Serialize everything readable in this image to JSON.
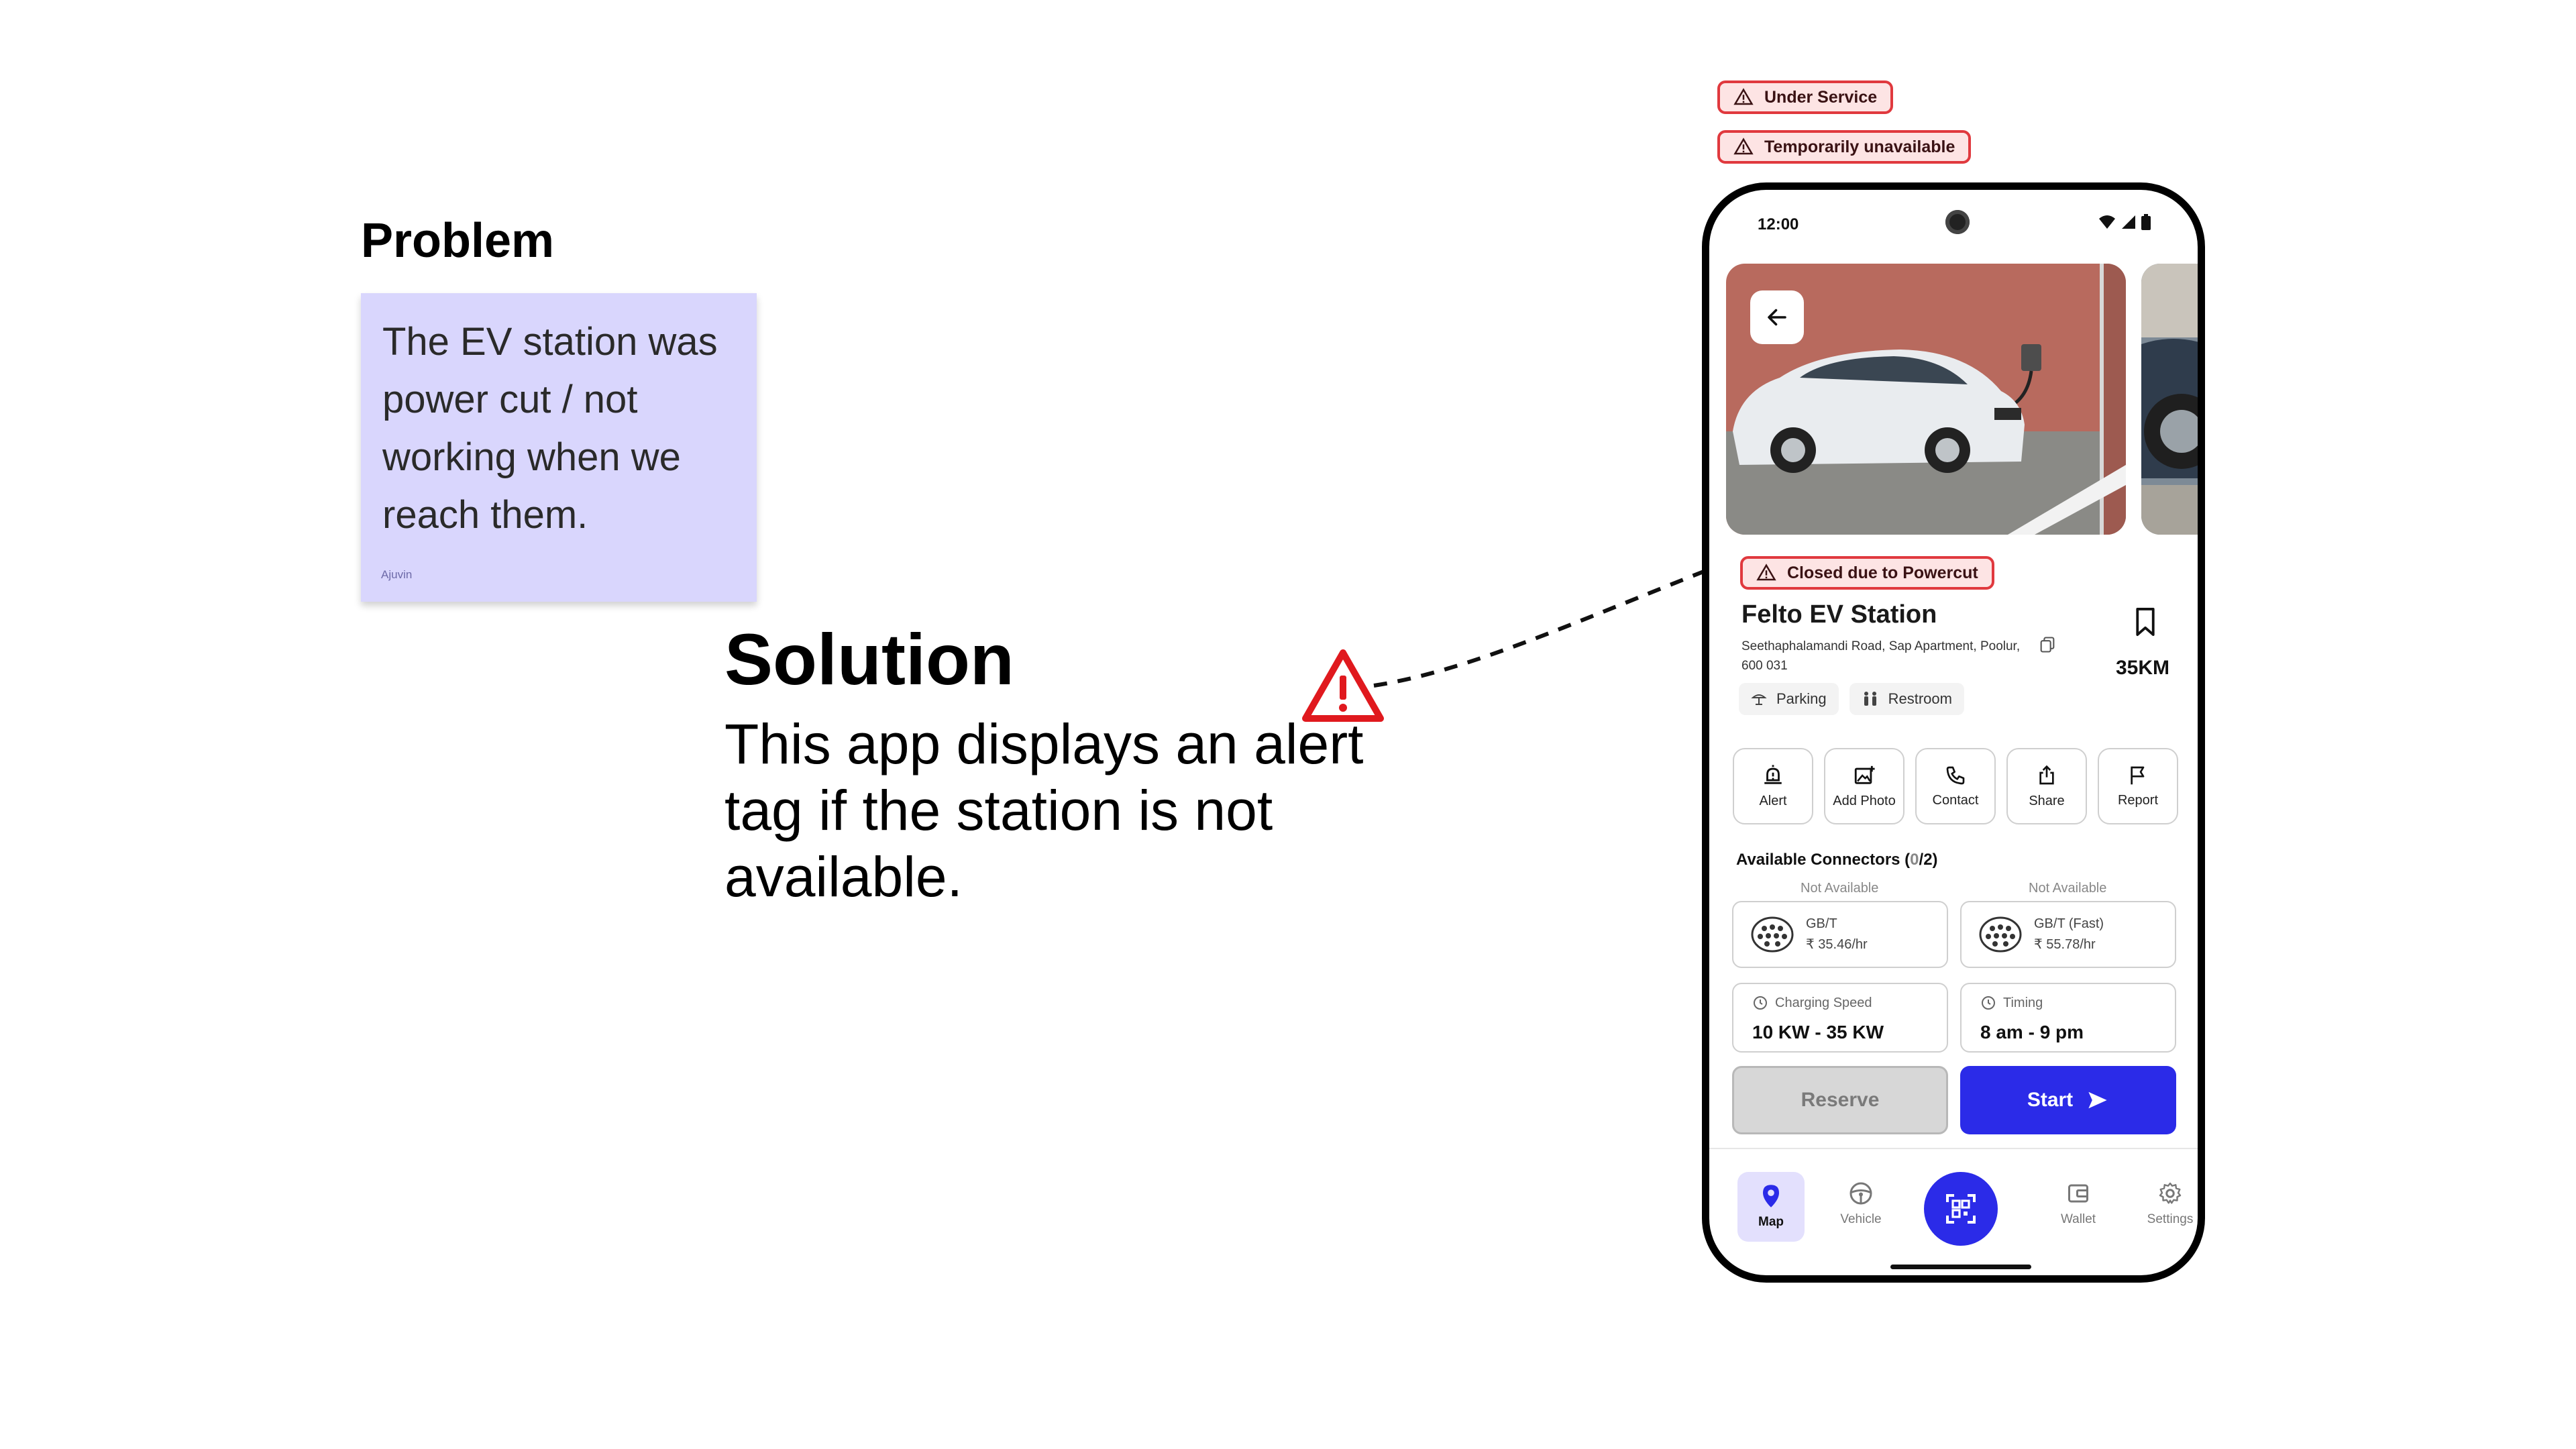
{
  "problem": {
    "heading": "Problem",
    "note_text": "The EV station was power cut / not working when we reach them.",
    "note_author": "Ajuvin",
    "note_color": "#d9d6fd"
  },
  "solution": {
    "heading": "Solution",
    "text": "This app displays an alert tag if the station is not available."
  },
  "tags": {
    "under_service": "Under Service",
    "temporarily_unavailable": "Temporarily unavailable",
    "closed": "Closed due to Powercut",
    "alert_color": "#e0393e"
  },
  "status_bar": {
    "time": "12:00"
  },
  "station": {
    "name": "Felto EV Station",
    "address": "Seethaphalamandi Road, Sap Apartment, Poolur, 600 031",
    "distance": "35KM",
    "amenities": [
      {
        "label": "Parking",
        "icon": "parking-icon"
      },
      {
        "label": "Restroom",
        "icon": "restroom-icon"
      }
    ]
  },
  "actions": [
    {
      "label": "Alert",
      "icon": "alert-bell-icon"
    },
    {
      "label": "Add Photo",
      "icon": "add-photo-icon"
    },
    {
      "label": "Contact",
      "icon": "phone-icon"
    },
    {
      "label": "Share",
      "icon": "share-icon"
    },
    {
      "label": "Report",
      "icon": "flag-icon"
    }
  ],
  "connectors": {
    "title": "Available Connectors (",
    "count_available": "0",
    "count_total": "/2)",
    "items": [
      {
        "status": "Not Available",
        "name": "GB/T",
        "price": "₹ 35.46/hr"
      },
      {
        "status": "Not Available",
        "name": "GB/T (Fast)",
        "price": "₹ 55.78/hr"
      }
    ]
  },
  "info": {
    "speed_label": "Charging Speed",
    "speed_value": "10 KW - 35 KW",
    "timing_label": "Timing",
    "timing_value": "8 am - 9 pm"
  },
  "buttons": {
    "reserve": "Reserve",
    "start": "Start",
    "accent": "#2b2be8"
  },
  "nav": [
    {
      "label": "Map",
      "icon": "map-pin-icon",
      "active": true
    },
    {
      "label": "Vehicle",
      "icon": "steering-wheel-icon",
      "active": false
    },
    {
      "label": "Wallet",
      "icon": "wallet-icon",
      "active": false
    },
    {
      "label": "Settings",
      "icon": "gear-icon",
      "active": false
    }
  ]
}
